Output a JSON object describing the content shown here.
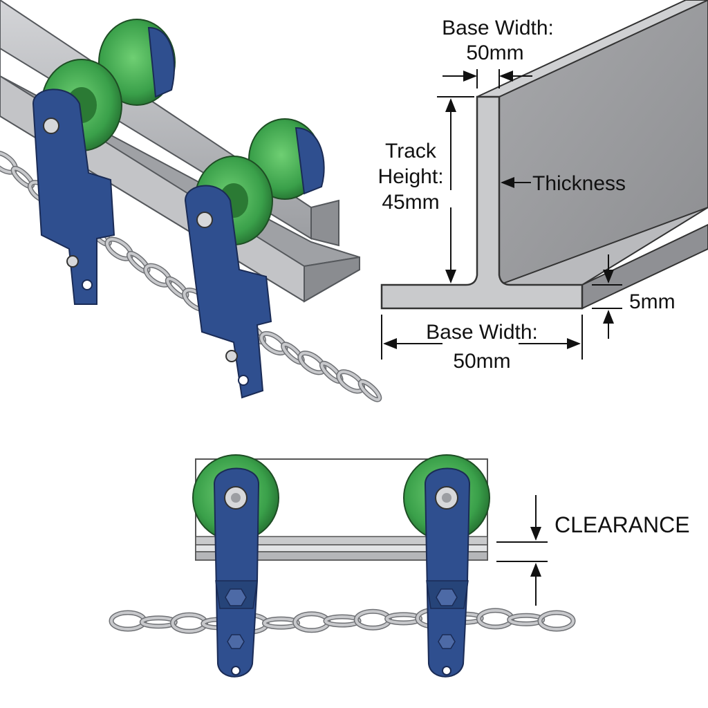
{
  "profile_labels": {
    "top_width_line1": "Base Width:",
    "top_width_line2": "50mm",
    "height_line1": "Track",
    "height_line2": "Height:",
    "height_line3": "45mm",
    "thickness": "Thickness",
    "base_thickness": "5mm",
    "base_width_line1": "Base Width:",
    "base_width_line2": "50mm"
  },
  "front_view_labels": {
    "clearance": "CLEARANCE"
  },
  "colors": {
    "track_steel": "#b9babd",
    "track_shadow": "#8d8f93",
    "profile_face": "#c9cacc",
    "profile_top": "#a9aaad",
    "wheel_green": "#3aa04a",
    "wheel_green_dark": "#236d2f",
    "hanger_blue": "#2f4f8f",
    "hanger_blue_dark": "#1e3466",
    "chain_steel": "#c8c9cc",
    "chain_edge": "#6f7175",
    "bolt": "#d7d8da"
  }
}
